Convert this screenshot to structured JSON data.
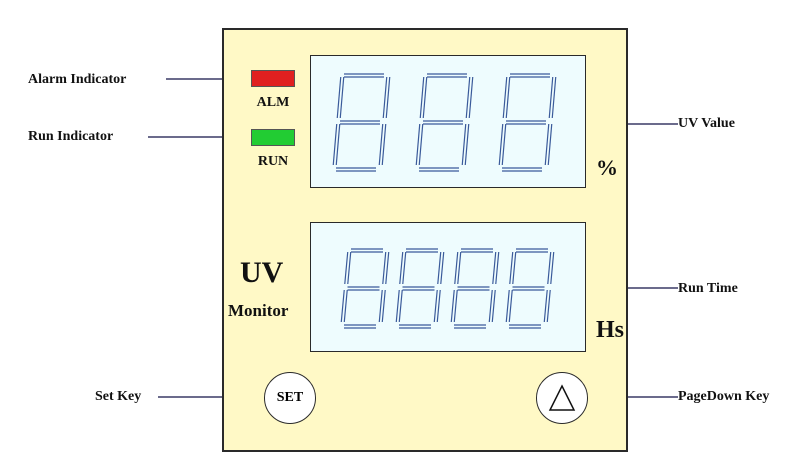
{
  "callouts": {
    "alarm_indicator": "Alarm Indicator",
    "run_indicator": "Run Indicator",
    "uv_value": "UV Value",
    "run_time": "Run Time",
    "set_key": "Set Key",
    "pagedown_key": "PageDown Key"
  },
  "panel": {
    "alm_label": "ALM",
    "run_label": "RUN",
    "uv_title": "UV",
    "monitor_title": "Monitor",
    "uv_unit": "%",
    "time_unit": "Hs",
    "set_label": "SET",
    "pagedown_icon": "triangle-up-icon"
  },
  "displays": {
    "uv_digits": 3,
    "time_digits": 4
  },
  "colors": {
    "panel_bg": "#fff9c6",
    "lcd_bg": "#eefcfe",
    "segment": "#3a5a9a",
    "alarm_led": "#e02020",
    "run_led": "#22cc33"
  }
}
